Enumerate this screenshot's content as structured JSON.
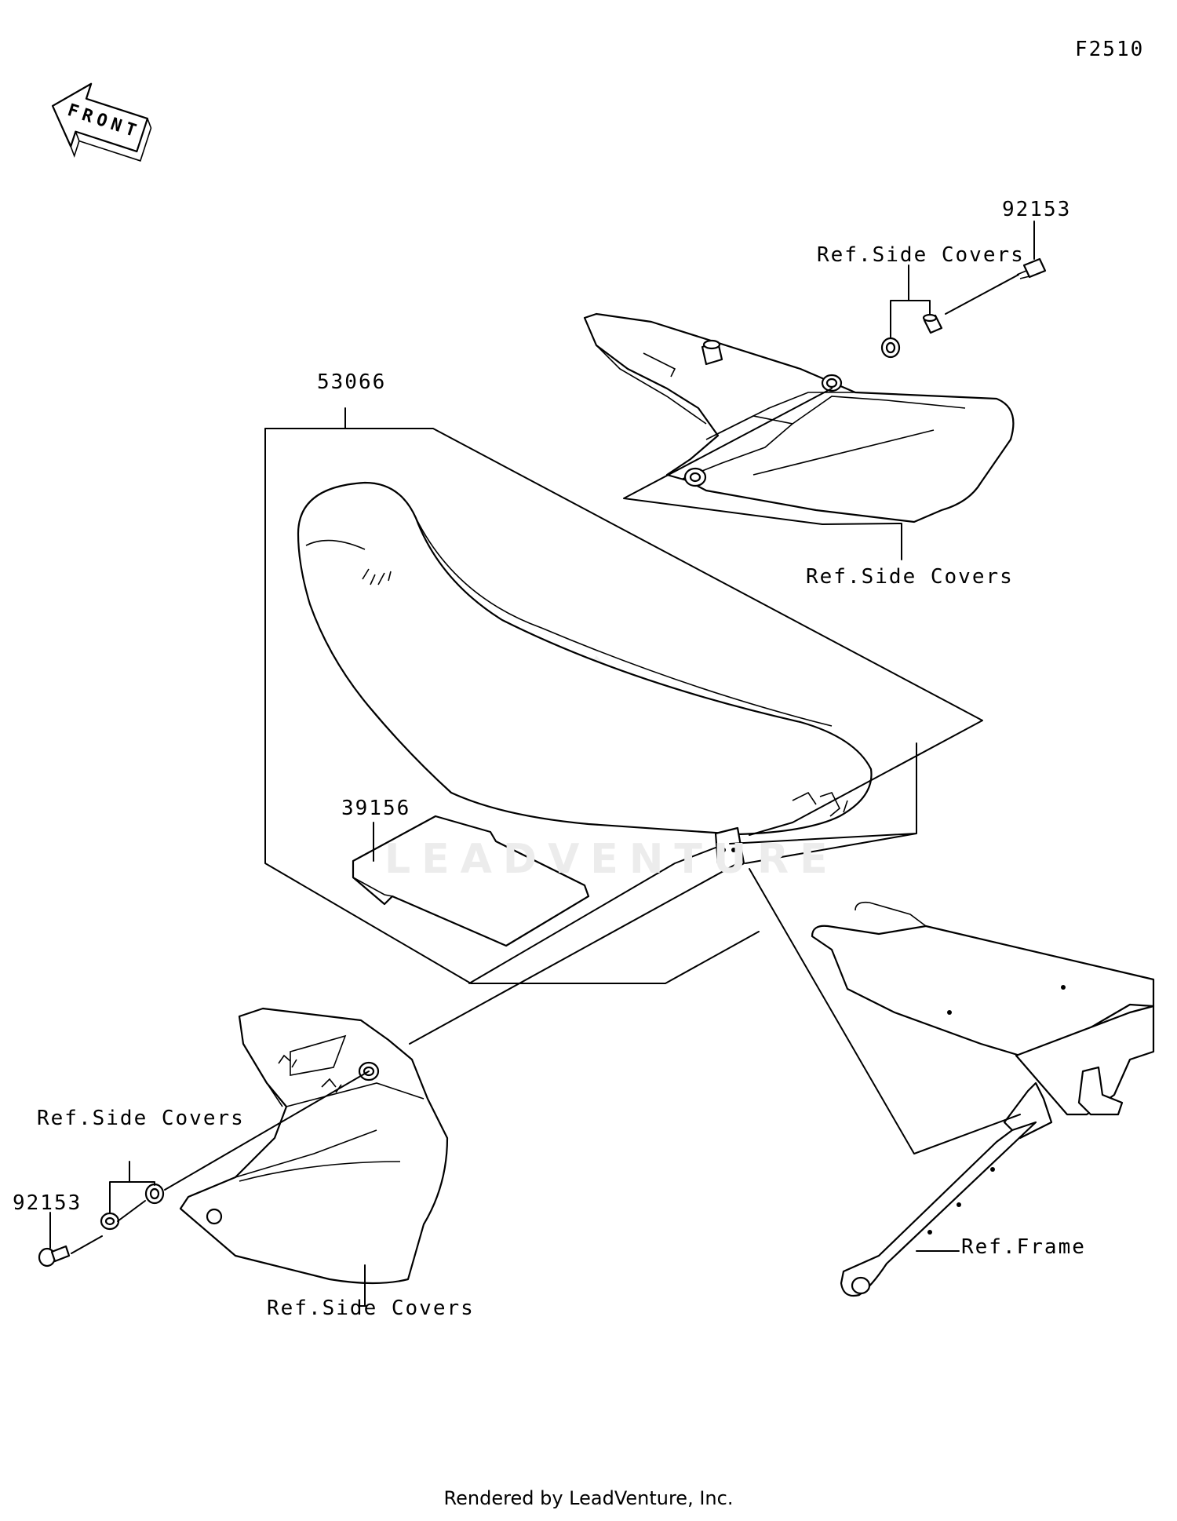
{
  "diagram_code": "F2510",
  "front_arrow_label": "FRONT",
  "callouts": {
    "bolt_upper": "92153",
    "ref_side_covers_upper_collar": "Ref.Side Covers",
    "seat": "53066",
    "ref_side_covers_upper_panel": "Ref.Side Covers",
    "pad": "39156",
    "ref_side_covers_lower_collar": "Ref.Side Covers",
    "bolt_lower": "92153",
    "ref_frame": "Ref.Frame",
    "ref_side_covers_lower_panel": "Ref.Side Covers"
  },
  "watermark": "LEADVENTURE",
  "footer": "Rendered by LeadVenture, Inc."
}
